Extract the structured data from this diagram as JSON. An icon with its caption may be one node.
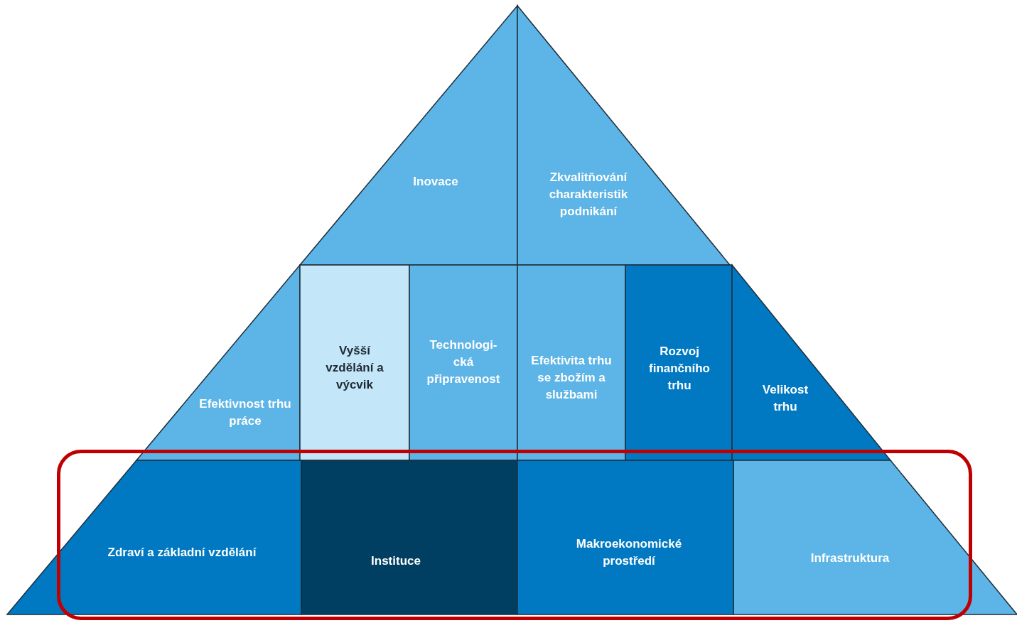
{
  "diagram": {
    "nodes": [
      {
        "text": [
          "Inovace"
        ]
      },
      {
        "text": [
          "Zkvalitňování charakteristik podnikání"
        ]
      },
      {
        "text": [
          "Efektivnost trhu práce"
        ]
      },
      {
        "text": [
          "Vyšší vzdělání a výcvik"
        ]
      },
      {
        "text": [
          "Technologi- cká připravenost"
        ]
      },
      {
        "text": [
          "Efektivita trhu se zbožím a službami"
        ]
      },
      {
        "text": [
          "Rozvoj finančního trhu"
        ]
      },
      {
        "text": [
          "Velikost trhu"
        ]
      },
      {
        "text": [],
        "shape": "box"
      },
      {
        "text": [
          "Zdraví a základní vzdělání"
        ]
      },
      {
        "text": [
          "Instituce"
        ],
        "in": 8
      },
      {
        "text": [
          "Makroekonomické prostředí"
        ],
        "in": 8
      },
      {
        "text": [
          "Infrastruktura"
        ]
      }
    ]
  }
}
